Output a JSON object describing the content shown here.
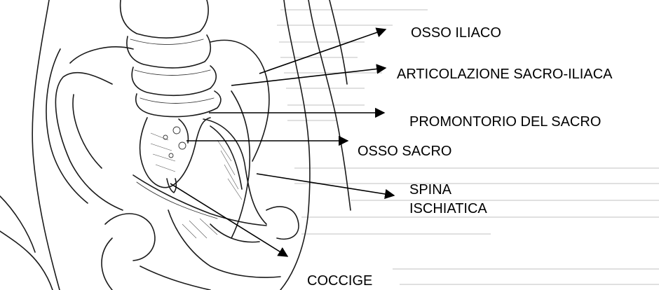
{
  "labels": {
    "osso_iliaco": "OSSO ILIACO",
    "articolazione": "ARTICOLAZIONE SACRO-ILIACA",
    "promontorio": "PROMONTORIO DEL SACRO",
    "osso_sacro": "OSSO SACRO",
    "spina_line1": "SPINA",
    "spina_line2": "ISCHIATICA",
    "coccige": "COCCIGE"
  }
}
